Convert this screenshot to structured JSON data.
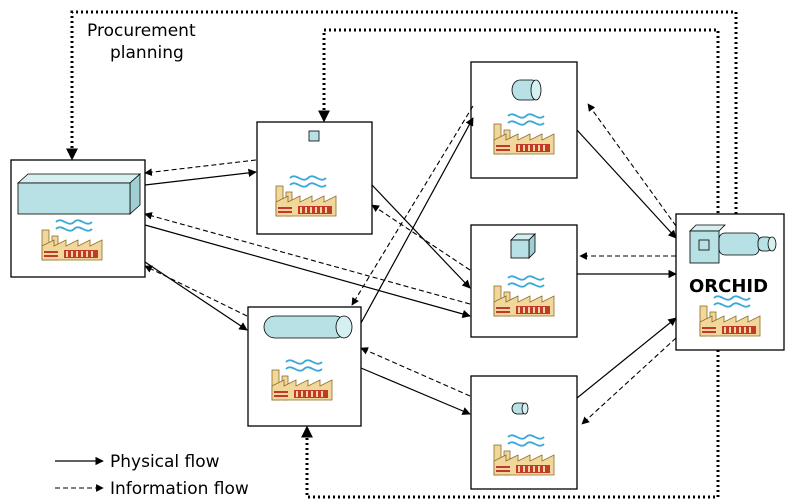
{
  "labels": {
    "procurement_line1": "Procurement",
    "procurement_line2": "planning",
    "orchid": "ORCHID"
  },
  "legend": {
    "physical": "Physical flow",
    "information": "Information flow"
  },
  "colors": {
    "product_fill": "#b7e1e4",
    "factory_fill": "#f2d79a",
    "factory_detail": "#c0392b",
    "smoke": "#3aa7d9"
  }
}
